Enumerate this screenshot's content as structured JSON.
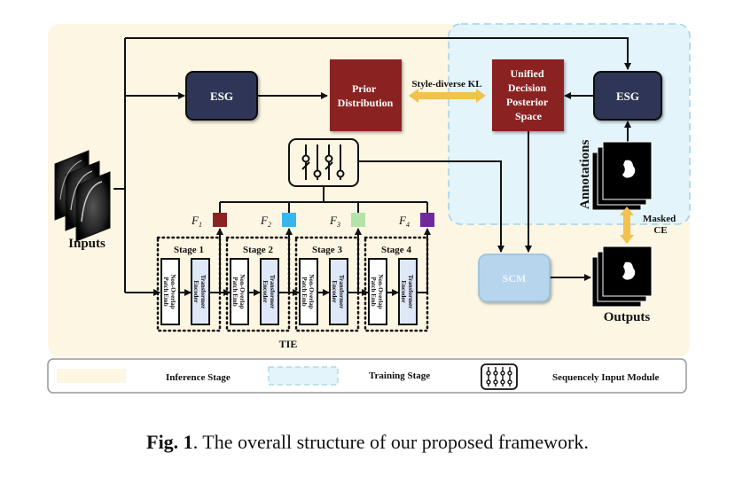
{
  "figure": {
    "caption_label": "Fig. 1",
    "caption_text": ". The overall structure of our proposed framework."
  },
  "colors": {
    "inference_bg": "#fdf6e3",
    "training_bg": "#e3f4fb",
    "training_border": "#9fd3ea",
    "esg_fill": "#2e3557",
    "red_box_fill": "#8b2323",
    "scm_fill": "#b7d6ee",
    "kl_arrow": "#f2c14e",
    "f1": "#8b2323",
    "f2": "#37b6ee",
    "f3": "#b4e3a7",
    "f4": "#6e2a9c",
    "encoder_fill": "#dfe8f8"
  },
  "nodes": {
    "inputs_label": "Inputs",
    "esg_left": "ESG",
    "esg_right": "ESG",
    "prior": [
      "Prior",
      "Distribution"
    ],
    "posterior": [
      "Unified",
      "Decision",
      "Posterior",
      "Space"
    ],
    "kl_label": "Style-diverse KL",
    "scm": "SCM",
    "annotations_label": "Annotations",
    "outputs_label": "Outputs",
    "masked_ce": [
      "Masked",
      "CE"
    ],
    "tie_label": "TIE"
  },
  "features": [
    {
      "label": "F",
      "sub": "1",
      "color_key": "f1"
    },
    {
      "label": "F",
      "sub": "2",
      "color_key": "f2"
    },
    {
      "label": "F",
      "sub": "3",
      "color_key": "f3"
    },
    {
      "label": "F",
      "sub": "4",
      "color_key": "f4"
    }
  ],
  "stages": [
    {
      "title": "Stage 1",
      "patch": [
        "Non-Overlap",
        "Patch Emb"
      ],
      "encoder": [
        "Transformer",
        "Encoder"
      ]
    },
    {
      "title": "Stage 2",
      "patch": [
        "Non-Overlap",
        "Patch Emb"
      ],
      "encoder": [
        "Transformer",
        "Encoder"
      ]
    },
    {
      "title": "Stage 3",
      "patch": [
        "Non-Overlap",
        "Patch Emb"
      ],
      "encoder": [
        "Transformer",
        "Encoder"
      ]
    },
    {
      "title": "Stage 4",
      "patch": [
        "Non-Overlap",
        "Patch Emb"
      ],
      "encoder": [
        "Transformer",
        "Encoder"
      ]
    }
  ],
  "legend": {
    "inference": "Inference Stage",
    "training": "Training Stage",
    "sim": "Sequencely Input Module"
  }
}
